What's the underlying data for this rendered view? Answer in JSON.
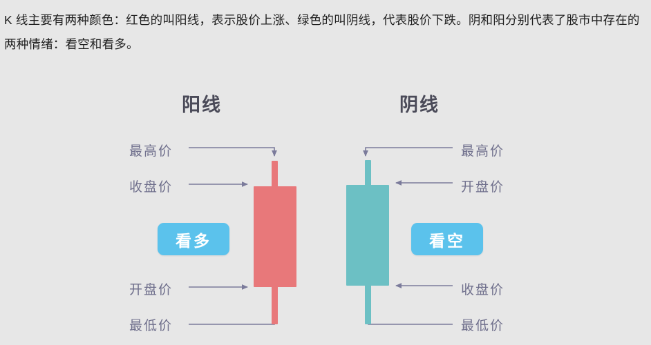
{
  "page": {
    "background_color": "#e7e7e7"
  },
  "intro": {
    "paragraph": "K 线主要有两种颜色：红色的叫阳线，表示股价上涨、绿色的叫阴线，代表股价下跌。阴和阳分别代表了股市中存在的两种情绪：看空和看多。"
  },
  "diagram": {
    "titles": {
      "bullish": "阳线",
      "bearish": "阴线"
    },
    "colors": {
      "bullish_candle": "#e8787a",
      "bearish_candle": "#6cc0c4",
      "badge": "#5bc2ec",
      "annotation_line": "#7b7b9b",
      "annotation_text": "#6f6f8c",
      "title_text": "#4a4a58"
    },
    "bullish_panel": {
      "labels": {
        "high": "最高价",
        "close": "收盘价",
        "open": "开盘价",
        "low": "最低价"
      },
      "badge": "看多"
    },
    "bearish_panel": {
      "labels": {
        "high": "最高价",
        "open": "开盘价",
        "close": "收盘价",
        "low": "最低价"
      },
      "badge": "看空"
    }
  }
}
